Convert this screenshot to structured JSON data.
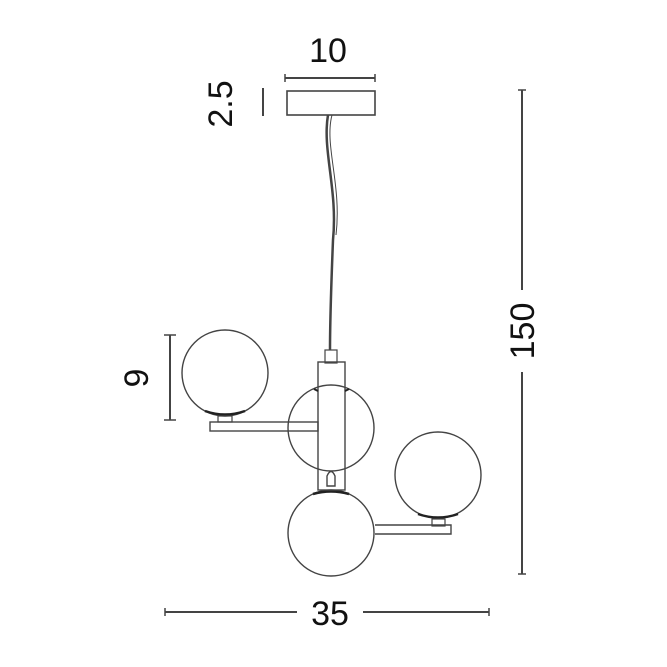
{
  "diagram": {
    "subject": "pendant-lamp-with-four-globes",
    "line_color": "#444444",
    "text_color": "#111111",
    "background": "#ffffff"
  },
  "dimensions": {
    "canopy_width": "10",
    "canopy_height": "2.5",
    "globe_diameter": "9",
    "total_height": "150",
    "total_width": "35"
  }
}
